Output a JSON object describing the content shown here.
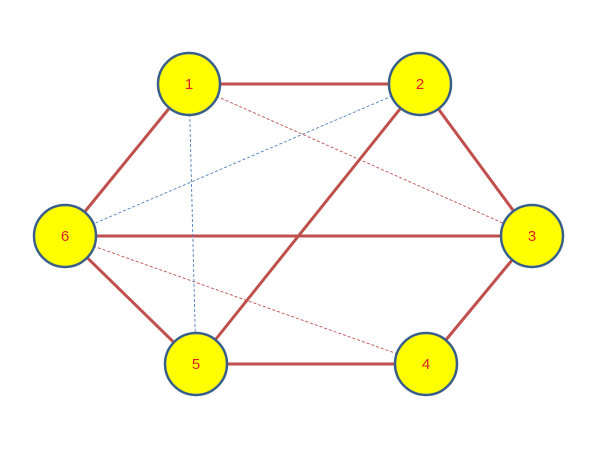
{
  "graph": {
    "nodes": [
      {
        "id": "1",
        "label": "1"
      },
      {
        "id": "2",
        "label": "2"
      },
      {
        "id": "3",
        "label": "3"
      },
      {
        "id": "4",
        "label": "4"
      },
      {
        "id": "5",
        "label": "5"
      },
      {
        "id": "6",
        "label": "6"
      }
    ],
    "edges": [
      {
        "from": "1",
        "to": "2",
        "style": "solid",
        "color": "#c0504d"
      },
      {
        "from": "2",
        "to": "3",
        "style": "solid",
        "color": "#c0504d"
      },
      {
        "from": "3",
        "to": "4",
        "style": "solid",
        "color": "#c0504d"
      },
      {
        "from": "4",
        "to": "5",
        "style": "solid",
        "color": "#c0504d"
      },
      {
        "from": "5",
        "to": "6",
        "style": "solid",
        "color": "#c0504d"
      },
      {
        "from": "6",
        "to": "1",
        "style": "solid",
        "color": "#c0504d"
      },
      {
        "from": "6",
        "to": "3",
        "style": "solid",
        "color": "#c0504d"
      },
      {
        "from": "2",
        "to": "5",
        "style": "solid",
        "color": "#c0504d"
      },
      {
        "from": "1",
        "to": "3",
        "style": "dashed",
        "color": "#c0504d"
      },
      {
        "from": "6",
        "to": "4",
        "style": "dashed",
        "color": "#c0504d"
      },
      {
        "from": "1",
        "to": "5",
        "style": "dashed",
        "color": "#4f81bd"
      },
      {
        "from": "2",
        "to": "6",
        "style": "dashed",
        "color": "#4f81bd"
      }
    ]
  },
  "colors": {
    "node_fill": "#ffff00",
    "node_border": "#3a5f8a",
    "node_label": "#e0202a"
  }
}
